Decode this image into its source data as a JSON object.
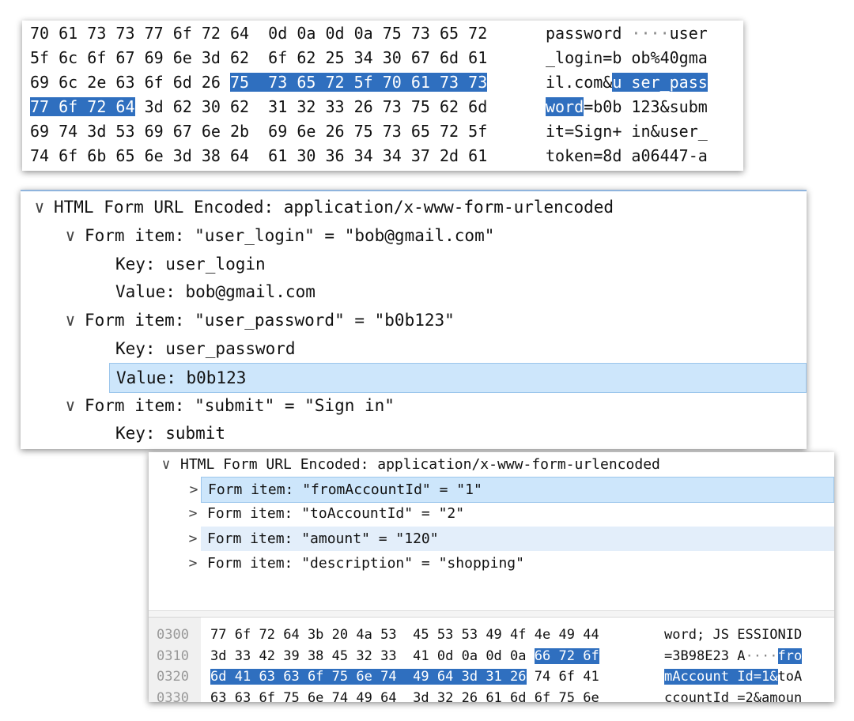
{
  "hex_top": {
    "rows": [
      {
        "hex": [
          "70",
          "61",
          "73",
          "73",
          "77",
          "6f",
          "72",
          "64",
          "0d",
          "0a",
          "0d",
          "0a",
          "75",
          "73",
          "65",
          "72"
        ],
        "ascii": "password····user"
      },
      {
        "hex": [
          "5f",
          "6c",
          "6f",
          "67",
          "69",
          "6e",
          "3d",
          "62",
          "6f",
          "62",
          "25",
          "34",
          "30",
          "67",
          "6d",
          "61"
        ],
        "ascii": "_login=bob%40gma"
      },
      {
        "hex": [
          "69",
          "6c",
          "2e",
          "63",
          "6f",
          "6d",
          "26",
          "75",
          "73",
          "65",
          "72",
          "5f",
          "70",
          "61",
          "73",
          "73"
        ],
        "ascii": "il.com&user_pass",
        "sel": [
          7,
          15
        ]
      },
      {
        "hex": [
          "77",
          "6f",
          "72",
          "64",
          "3d",
          "62",
          "30",
          "62",
          "31",
          "32",
          "33",
          "26",
          "73",
          "75",
          "62",
          "6d"
        ],
        "ascii": "word=b0b123&subm",
        "sel": [
          0,
          3
        ]
      },
      {
        "hex": [
          "69",
          "74",
          "3d",
          "53",
          "69",
          "67",
          "6e",
          "2b",
          "69",
          "6e",
          "26",
          "75",
          "73",
          "65",
          "72",
          "5f"
        ],
        "ascii": "it=Sign+in&user_"
      },
      {
        "hex": [
          "74",
          "6f",
          "6b",
          "65",
          "6e",
          "3d",
          "38",
          "64",
          "61",
          "30",
          "36",
          "34",
          "34",
          "37",
          "2d",
          "61"
        ],
        "ascii": "token=8da06447-a"
      }
    ]
  },
  "tree_main": {
    "rows": [
      {
        "level": 0,
        "arrow": "∨",
        "text": "HTML Form URL Encoded: application/x-www-form-urlencoded"
      },
      {
        "level": 1,
        "arrow": "∨",
        "text": "Form item: \"user_login\" = \"bob@gmail.com\""
      },
      {
        "level": 2,
        "arrow": "",
        "text": "Key: user_login"
      },
      {
        "level": 2,
        "arrow": "",
        "text": "Value: bob@gmail.com"
      },
      {
        "level": 1,
        "arrow": "∨",
        "text": "Form item: \"user_password\" = \"b0b123\""
      },
      {
        "level": 2,
        "arrow": "",
        "text": "Key: user_password"
      },
      {
        "level": 2,
        "arrow": "",
        "text": "Value: b0b123",
        "selected": true
      },
      {
        "level": 1,
        "arrow": "∨",
        "text": "Form item: \"submit\" = \"Sign in\""
      },
      {
        "level": 2,
        "arrow": "",
        "text": "Key: submit"
      }
    ]
  },
  "tree_transfer": {
    "rows": [
      {
        "level": 0,
        "arrow": "∨",
        "text": "HTML Form URL Encoded: application/x-www-form-urlencoded"
      },
      {
        "level": 1,
        "arrow": ">",
        "text": "Form item: \"fromAccountId\" = \"1\"",
        "selected": true
      },
      {
        "level": 1,
        "arrow": ">",
        "text": "Form item: \"toAccountId\" = \"2\""
      },
      {
        "level": 1,
        "arrow": ">",
        "text": "Form item: \"amount\" = \"120\"",
        "alt": true
      },
      {
        "level": 1,
        "arrow": ">",
        "text": "Form item: \"description\" = \"shopping\""
      }
    ]
  },
  "hex_bottom": {
    "rows": [
      {
        "offset": "0300",
        "hex": [
          "77",
          "6f",
          "72",
          "64",
          "3b",
          "20",
          "4a",
          "53",
          "45",
          "53",
          "53",
          "49",
          "4f",
          "4e",
          "49",
          "44"
        ],
        "ascii": "word; JSESSIONID"
      },
      {
        "offset": "0310",
        "hex": [
          "3d",
          "33",
          "42",
          "39",
          "38",
          "45",
          "32",
          "33",
          "41",
          "0d",
          "0a",
          "0d",
          "0a",
          "66",
          "72",
          "6f"
        ],
        "ascii": "=3B98E23A····fro",
        "sel": [
          13,
          15
        ]
      },
      {
        "offset": "0320",
        "hex": [
          "6d",
          "41",
          "63",
          "63",
          "6f",
          "75",
          "6e",
          "74",
          "49",
          "64",
          "3d",
          "31",
          "26",
          "74",
          "6f",
          "41"
        ],
        "ascii": "mAccountId=1&toA",
        "sel": [
          0,
          12
        ]
      },
      {
        "offset": "0330",
        "hex": [
          "63",
          "63",
          "6f",
          "75",
          "6e",
          "74",
          "49",
          "64",
          "3d",
          "32",
          "26",
          "61",
          "6d",
          "6f",
          "75",
          "6e"
        ],
        "ascii": "ccountId=2&amoun"
      }
    ]
  }
}
